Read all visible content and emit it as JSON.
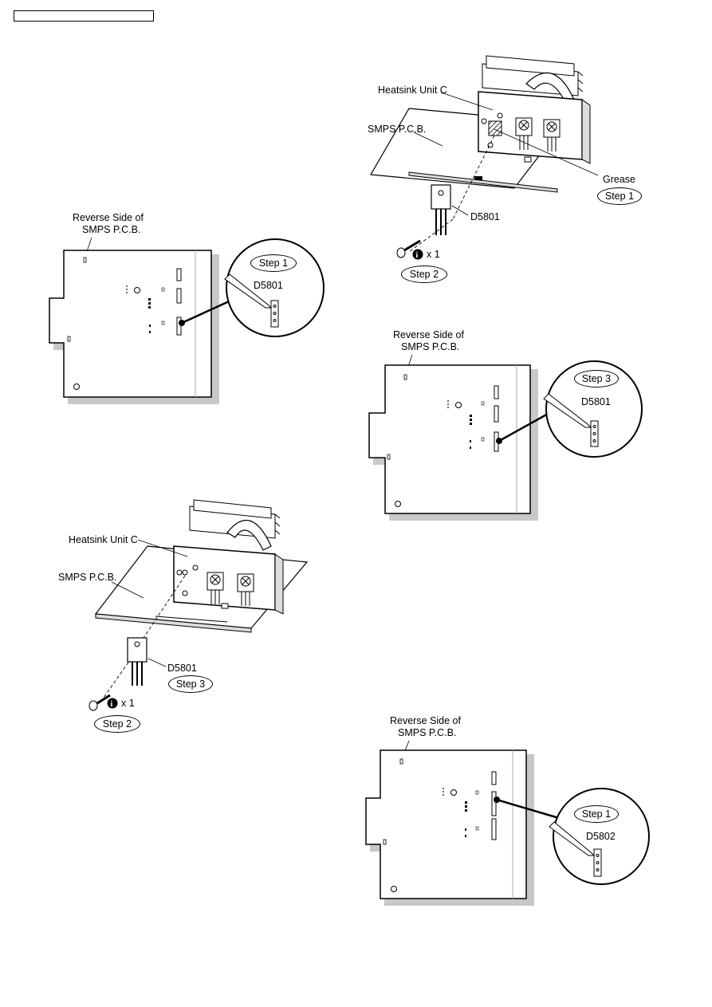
{
  "fig_a": {
    "title_line1": "Reverse Side of",
    "title_line2": "SMPS P.C.B.",
    "step": "Step 1",
    "part": "D5801"
  },
  "fig_b": {
    "heatsink": "Heatsink Unit C",
    "pcb": "SMPS P.C.B.",
    "grease": "Grease",
    "step_grease": "Step 1",
    "part": "D5801",
    "screw_count": "x 1",
    "step_screw": "Step 2"
  },
  "fig_c": {
    "title_line1": "Reverse Side of",
    "title_line2": "SMPS P.C.B.",
    "step": "Step 3",
    "part": "D5801"
  },
  "fig_d": {
    "heatsink": "Heatsink Unit C",
    "pcb": "SMPS P.C.B.",
    "part": "D5801",
    "step_part": "Step 3",
    "screw_count": "x 1",
    "step_screw": "Step 2"
  },
  "fig_e": {
    "title_line1": "Reverse Side of",
    "title_line2": "SMPS P.C.B.",
    "step": "Step 1",
    "part": "D5802"
  }
}
